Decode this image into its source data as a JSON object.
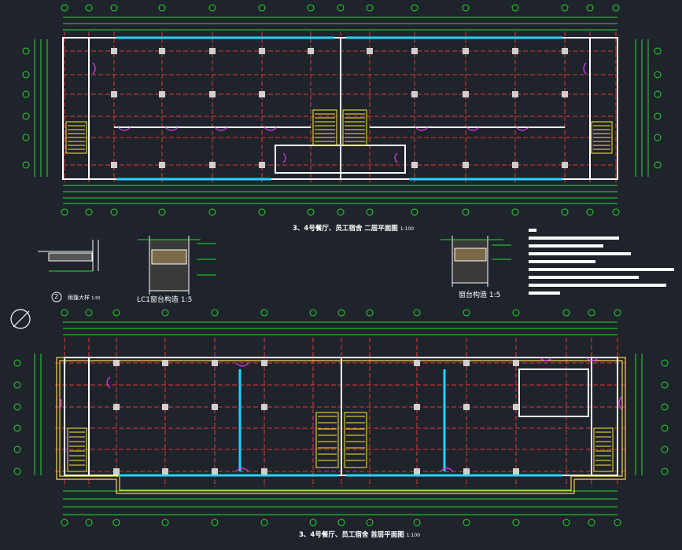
{
  "drawing": {
    "upper_plan_title": "3、4号餐厅、员工宿舍 二层平面图",
    "upper_plan_scale": "1:100",
    "lower_plan_title": "3、4号餐厅、员工宿舍 首层平面图",
    "lower_plan_scale": "1:100",
    "detail_1_title": "LC1窗台构造",
    "detail_1_scale": "1:5",
    "detail_2_title": "窗台构造",
    "detail_2_scale": "1:5",
    "detail_3_number": "2",
    "detail_3_title": "雨篷大样",
    "detail_3_scale": "1:50",
    "notes_line_count": 9
  },
  "colors": {
    "background": "#1f232b",
    "axis_grid": "#e53935",
    "walls": "#ffffff",
    "dimensions": "#21e02a",
    "windows": "#1fd4ff",
    "doors": "#e040fb",
    "stairs": "#ffee33",
    "columns": "#cfcfcf",
    "canopy": "#ffd54f"
  },
  "icons": {
    "north_arrow": "north-arrow-icon"
  }
}
